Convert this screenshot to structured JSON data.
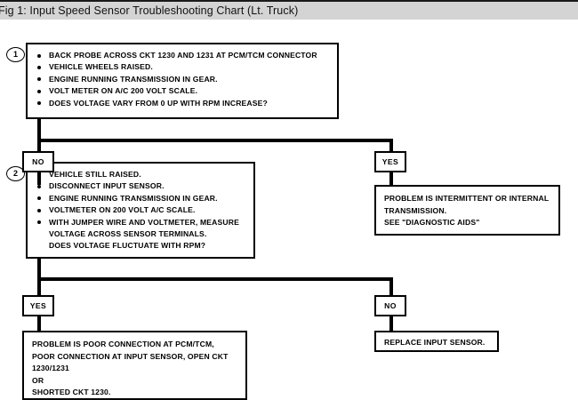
{
  "title": "Fig 1: Input Speed Sensor Troubleshooting Chart (Lt. Truck)",
  "chart_data": {
    "type": "diagram",
    "diagram_kind": "troubleshooting-flowchart",
    "title": "Fig 1: Input Speed Sensor Troubleshooting Chart (Lt. Truck)",
    "nodes": [
      {
        "id": "step1",
        "kind": "step",
        "number": "1",
        "bullets": [
          "BACK PROBE ACROSS CKT 1230 AND 1231 AT PCM/TCM CONNECTOR",
          "VEHICLE WHEELS RAISED.",
          "ENGINE RUNNING TRANSMISSION IN GEAR.",
          "VOLT METER ON A/C 200 VOLT SCALE.",
          "DOES VOLTAGE VARY FROM 0 UP WITH RPM INCREASE?"
        ]
      },
      {
        "id": "step2",
        "kind": "step",
        "number": "2",
        "bullets": [
          "VEHICLE STILL RAISED.",
          "DISCONNECT INPUT SENSOR.",
          "ENGINE RUNNING TRANSMISSION IN GEAR.",
          "VOLTMETER ON 200 VOLT A/C SCALE.",
          "WITH JUMPER WIRE AND VOLTMETER, MEASURE\nVOLTAGE ACROSS SENSOR TERMINALS.\nDOES VOLTAGE FLUCTUATE WITH RPM?"
        ]
      },
      {
        "id": "result_intermittent",
        "kind": "result",
        "text": "PROBLEM IS INTERMITTENT OR INTERNAL\nTRANSMISSION.\nSEE \"DIAGNOSTIC AIDS\""
      },
      {
        "id": "result_poor_connection",
        "kind": "result",
        "text": "PROBLEM IS POOR CONNECTION AT PCM/TCM,\nPOOR CONNECTION AT INPUT SENSOR, OPEN CKT\n1230/1231\nOR\nSHORTED CKT 1230."
      },
      {
        "id": "result_replace_sensor",
        "kind": "result",
        "text": "REPLACE INPUT SENSOR."
      }
    ],
    "branches": [
      {
        "id": "b1_no",
        "label": "NO",
        "from": "step1",
        "to": "step2",
        "side": "left"
      },
      {
        "id": "b1_yes",
        "label": "YES",
        "from": "step1",
        "to": "result_intermittent",
        "side": "right"
      },
      {
        "id": "b2_yes",
        "label": "YES",
        "from": "step2",
        "to": "result_poor_connection",
        "side": "left"
      },
      {
        "id": "b2_no",
        "label": "NO",
        "from": "step2",
        "to": "result_replace_sensor",
        "side": "right"
      }
    ]
  },
  "labels": {
    "step1_number": "1",
    "step2_number": "2",
    "branch1_no": "NO",
    "branch1_yes": "YES",
    "branch2_yes": "YES",
    "branch2_no": "NO"
  },
  "step1": {
    "b0": "BACK PROBE ACROSS CKT 1230 AND 1231 AT PCM/TCM CONNECTOR",
    "b1": "VEHICLE WHEELS RAISED.",
    "b2": "ENGINE RUNNING TRANSMISSION IN GEAR.",
    "b3": "VOLT METER ON A/C 200 VOLT SCALE.",
    "b4": "DOES VOLTAGE VARY FROM 0 UP WITH RPM INCREASE?"
  },
  "step2": {
    "b0": "VEHICLE STILL RAISED.",
    "b1": "DISCONNECT INPUT SENSOR.",
    "b2": "ENGINE RUNNING TRANSMISSION IN GEAR.",
    "b3": "VOLTMETER ON 200 VOLT A/C SCALE.",
    "b4": "WITH JUMPER WIRE AND VOLTMETER, MEASURE\nVOLTAGE ACROSS SENSOR TERMINALS.\nDOES VOLTAGE FLUCTUATE WITH RPM?"
  },
  "results": {
    "intermittent": "PROBLEM IS INTERMITTENT OR INTERNAL\nTRANSMISSION.\nSEE \"DIAGNOSTIC AIDS\"",
    "poor_connection": "PROBLEM IS POOR CONNECTION AT PCM/TCM,\nPOOR CONNECTION AT INPUT SENSOR, OPEN CKT\n1230/1231\nOR\nSHORTED CKT 1230.",
    "replace_sensor": "REPLACE INPUT SENSOR."
  },
  "colors": {
    "ink": "#000000",
    "title_bar": "#d4d4d4",
    "canvas": "#ffffff"
  }
}
